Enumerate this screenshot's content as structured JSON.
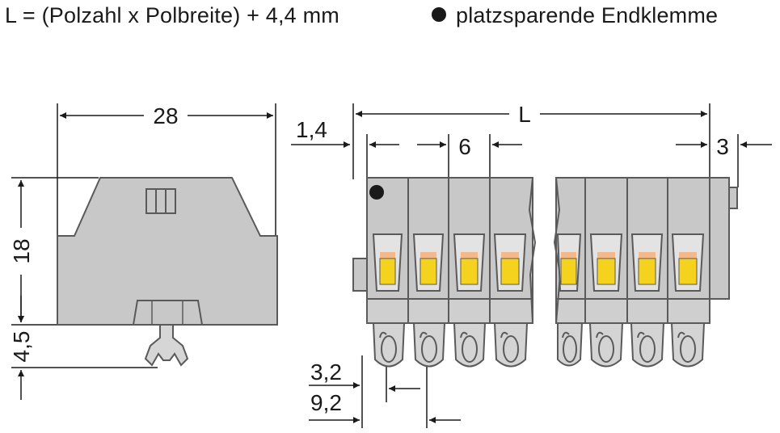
{
  "header": {
    "formula": "L = (Polzahl x Polbreite) + 4,4 mm",
    "note": "platzsparende Endklemme",
    "note_marker_icon": "filled-circle-icon"
  },
  "dimensions": {
    "width_side": "28",
    "height_body": "18",
    "height_foot": "4,5",
    "length": "L",
    "end_offset": "1,4",
    "pitch": "6",
    "end_width": "3",
    "pin_diameter": "3,2",
    "pin_offset": "9,2"
  },
  "colors": {
    "housing": "#c8c8c8",
    "outline": "#5a5a5a",
    "clamp_window": "#f5d21e",
    "dim_line": "#1a1a1a"
  }
}
